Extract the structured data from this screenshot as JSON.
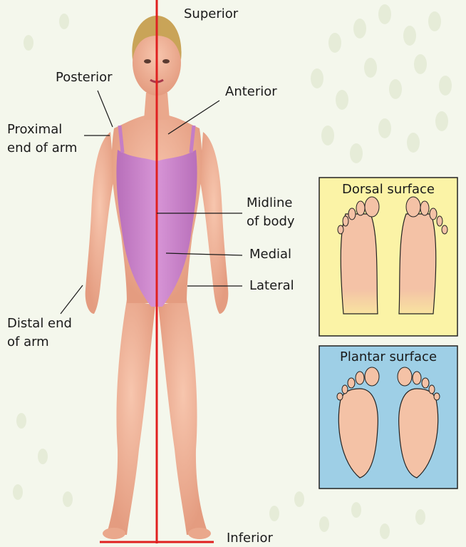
{
  "labels": {
    "superior": "Superior",
    "inferior": "Inferior",
    "posterior": "Posterior",
    "anterior": "Anterior",
    "proximal_line1": "Proximal",
    "proximal_line2": "end of arm",
    "midline_line1": "Midline",
    "midline_line2": "of body",
    "medial": "Medial",
    "lateral": "Lateral",
    "distal_line1": "Distal end",
    "distal_line2": "of arm"
  },
  "panels": {
    "dorsal": {
      "title": "Dorsal surface",
      "background": "#fbf3a6"
    },
    "plantar": {
      "title": "Plantar surface",
      "background": "#9ecfe6"
    }
  },
  "colors": {
    "midline": "#e02020",
    "skin": "#f2b49a",
    "swimsuit": "#cf86cf",
    "hair": "#c9a458",
    "background": "#f4f7ec"
  }
}
